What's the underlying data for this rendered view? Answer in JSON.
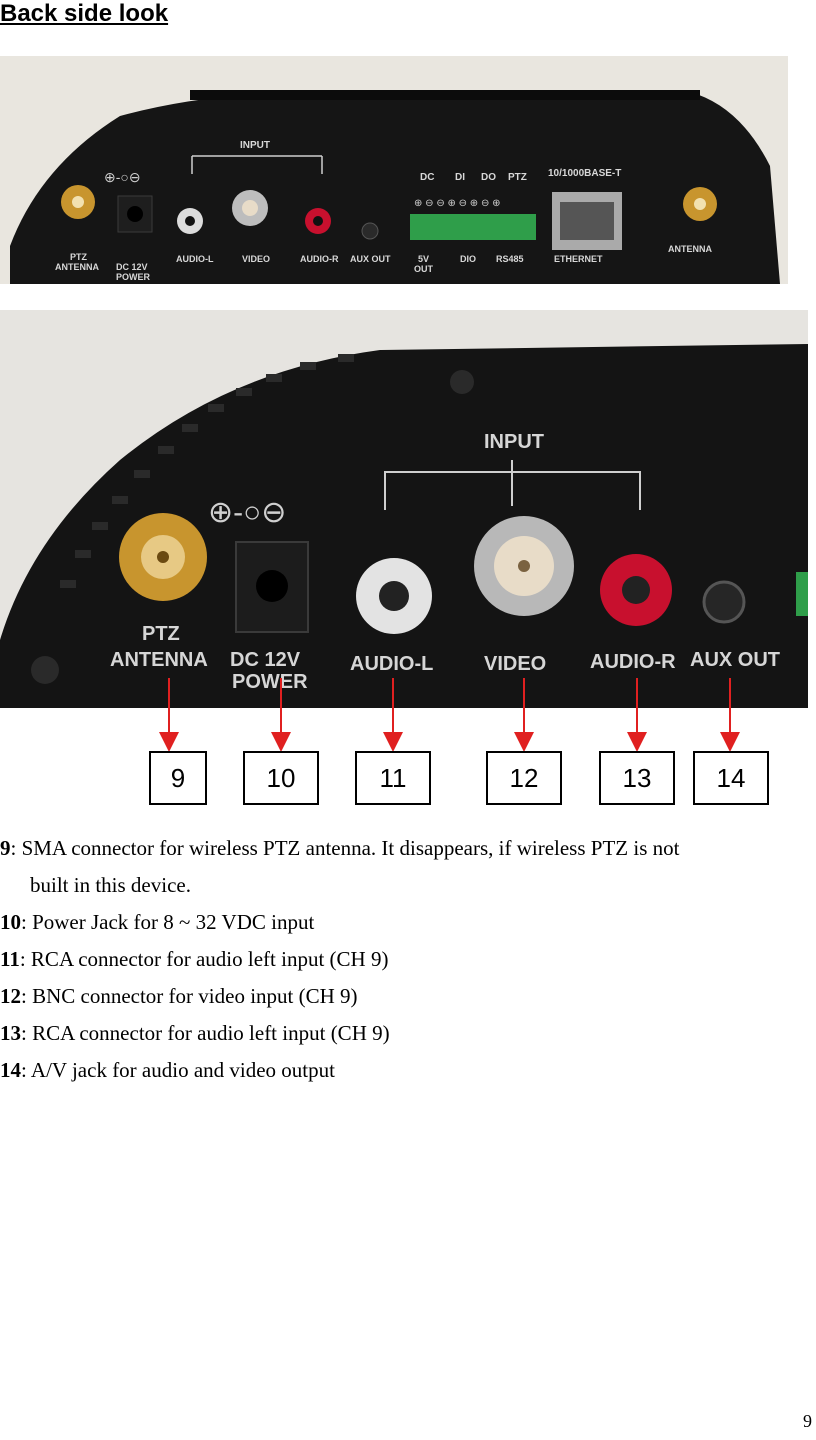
{
  "heading": "Back side look",
  "panel_small": {
    "labels": {
      "input": "INPUT",
      "dc": "DC",
      "di": "DI",
      "do": "DO",
      "ptz": "PTZ",
      "eth_speed": "10/1000BASE-T",
      "ptz_antenna_1": "PTZ",
      "ptz_antenna_2": "ANTENNA",
      "dc12v_1": "DC  12V",
      "dc12v_2": "POWER",
      "audio_l": "AUDIO-L",
      "video": "VIDEO",
      "audio_r": "AUDIO-R",
      "aux_out": "AUX OUT",
      "out5v_1": "5V",
      "out5v_2": "OUT",
      "dio": "DIO",
      "rs485": "RS485",
      "ethernet": "ETHERNET",
      "antenna": "ANTENNA"
    }
  },
  "panel_large": {
    "labels": {
      "input": "INPUT",
      "ptz_1": "PTZ",
      "ptz_2": "ANTENNA",
      "dc_1": "DC  12V",
      "dc_2": "POWER",
      "audio_l": "AUDIO-L",
      "video": "VIDEO",
      "audio_r": "AUDIO-R",
      "aux_out": "AUX OUT"
    }
  },
  "callouts": [
    "9",
    "10",
    "11",
    "12",
    "13",
    "14"
  ],
  "descriptions": [
    {
      "num": "9",
      "text": ": SMA connector for wireless PTZ antenna. It disappears, if wireless PTZ is not",
      "cont": "built in this device."
    },
    {
      "num": "10",
      "text": ": Power Jack for 8 ~ 32 VDC input"
    },
    {
      "num": "11",
      "text": ": RCA connector for audio left input (CH 9)"
    },
    {
      "num": "12",
      "text": ": BNC connector for video input (CH 9)"
    },
    {
      "num": "13",
      "text": ": RCA connector for audio left input (CH 9)"
    },
    {
      "num": "14",
      "text": ": A/V jack for audio and video output"
    }
  ],
  "page_number": "9",
  "colors": {
    "arrow": "#e02020",
    "panel": "#151515",
    "label": "#d8d8d8",
    "gold": "#c8952e",
    "green": "#2f9e4a",
    "red_rca": "#c8102e"
  }
}
